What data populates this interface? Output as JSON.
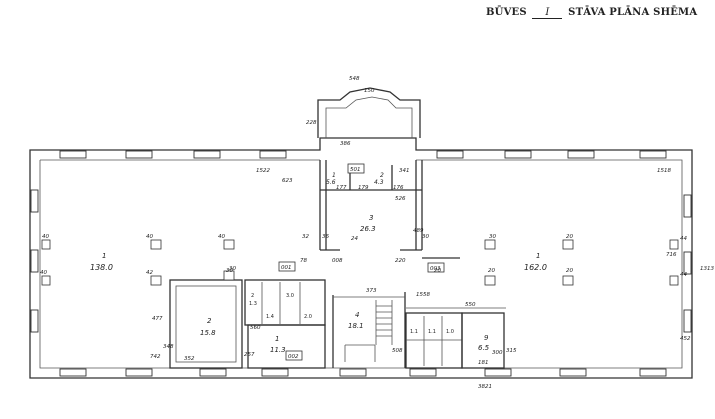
{
  "header": {
    "prefix": "BŪVES",
    "floor_number": "I",
    "suffix": "STĀVA PLĀNA SHĒMA"
  },
  "rooms": [
    {
      "num": "1",
      "area": "138.0"
    },
    {
      "num": "1",
      "area": "162.0"
    },
    {
      "num": "2",
      "area": "15.8"
    },
    {
      "num": "1",
      "area": "11.3"
    },
    {
      "num": "3",
      "area": "26.3"
    },
    {
      "num": "4",
      "area": "18.1"
    },
    {
      "num": "2",
      "area": "4.3"
    },
    {
      "num": "1",
      "area": "5.6"
    },
    {
      "num": "9",
      "area": "6.5"
    }
  ],
  "small_rooms": {
    "wc_left": [
      "2",
      "1.3",
      "1.4",
      "3.0",
      "2.0"
    ],
    "wc_right": [
      "1.1",
      "1.1",
      "1.0"
    ]
  },
  "dimensions": {
    "d548": "548",
    "d150": "150",
    "d228": "228",
    "d386": "386",
    "d341": "341",
    "d1522": "1522",
    "d623": "623",
    "d1518": "1518",
    "d526": "526",
    "d40a": "40",
    "d40b": "40",
    "d40c": "40",
    "d40d": "40",
    "d30a": "30",
    "d30b": "30",
    "d30c": "30",
    "d30d": "30",
    "d42": "42",
    "d20a": "20",
    "d20b": "20",
    "d20c": "20",
    "d20d": "20",
    "d44a": "44",
    "d44b": "44",
    "d716": "716",
    "d1313": "1313",
    "d477": "477",
    "d742": "742",
    "d352": "352",
    "d348": "348",
    "d257": "257",
    "d560": "560",
    "d373": "373",
    "d1558": "1558",
    "d550": "550",
    "d452": "452",
    "d315": "315",
    "d181": "181",
    "d3821": "3821",
    "d508": "508",
    "d300": "300",
    "d36": "36",
    "d24": "24",
    "d220": "220",
    "d489": "489",
    "d78": "78",
    "d32": "32",
    "d001": "001",
    "d002": "002",
    "d003": "003",
    "d008": "008",
    "d501": "501",
    "d177": "177",
    "d179": "179",
    "d176": "176"
  }
}
